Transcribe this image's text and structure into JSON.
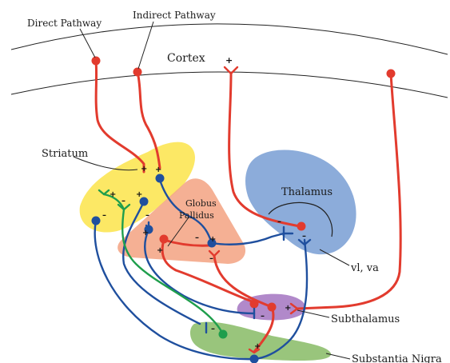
{
  "labels": {
    "direct_pathway": "Direct Pathway",
    "indirect_pathway": "Indirect Pathway",
    "cortex": "Cortex",
    "striatum": "Striatum",
    "thalamus": "Thalamus",
    "globus_pallidus_line1": "Globus",
    "globus_pallidus_line2": "Pallidus",
    "vl_va": "vl, va",
    "subthalamus": "Subthalamus",
    "substantia_nigra": "Substantia Nigra"
  },
  "signs": {
    "plus": "+",
    "minus": "–"
  },
  "colors": {
    "excitatory": "#e23b2e",
    "inhibitory": "#1f4f9e",
    "dopaminergic": "#1f9e4c",
    "striatum_fill": "#fbe44a",
    "globus_fill": "#f4a788",
    "thalamus_fill": "#7fa3d6",
    "subthalamus_fill": "#a97cc4",
    "nigra_fill": "#8ebf6e"
  }
}
